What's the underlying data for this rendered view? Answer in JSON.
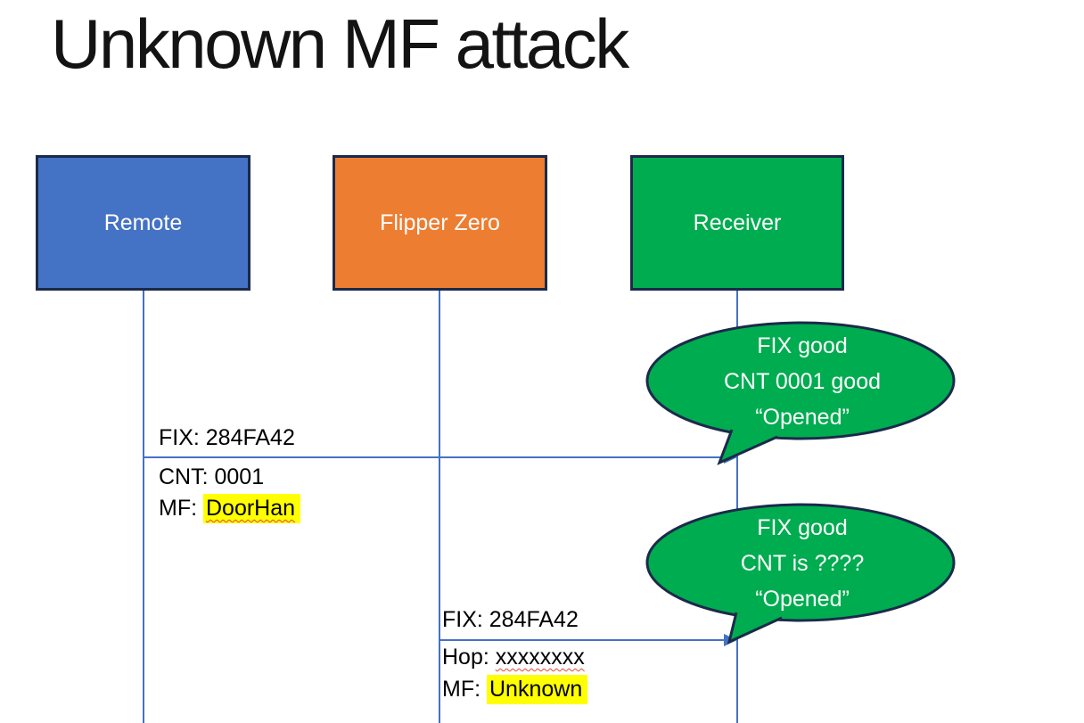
{
  "slide": {
    "title": "Unknown MF attack"
  },
  "actors": [
    {
      "id": "remote",
      "label": "Remote",
      "fill": "#4472C4"
    },
    {
      "id": "flipper",
      "label": "Flipper Zero",
      "fill": "#ED7D31"
    },
    {
      "id": "receiver",
      "label": "Receiver",
      "fill": "#00AC50"
    }
  ],
  "messages": [
    {
      "from": "remote",
      "to": "receiver",
      "above": "FIX: 284FA42",
      "below": [
        {
          "prefix": "CNT: ",
          "value": "0001",
          "highlight": false,
          "spellcheck_squiggle": false
        },
        {
          "prefix": "MF: ",
          "value": "DoorHan",
          "highlight": true,
          "spellcheck_squiggle": true
        }
      ]
    },
    {
      "from": "flipper",
      "to": "receiver",
      "above": "FIX: 284FA42",
      "below": [
        {
          "prefix": "Hop: ",
          "value": "xxxxxxxx",
          "highlight": false,
          "spellcheck_squiggle": true
        },
        {
          "prefix": "MF: ",
          "value": "Unknown",
          "highlight": true,
          "spellcheck_squiggle": false
        }
      ]
    }
  ],
  "callouts": [
    {
      "lines": [
        "FIX good",
        "CNT 0001 good",
        "“Opened”"
      ]
    },
    {
      "lines": [
        "FIX good",
        "CNT is ????",
        "“Opened”"
      ]
    }
  ],
  "colors": {
    "actor_remote_fill": "#4472C4",
    "actor_flipper_fill": "#ED7D31",
    "actor_receiver_fill": "#00AC50",
    "shape_border": "#1B2A4A",
    "connector_blue": "#4472C4",
    "callout_fill": "#00AC50",
    "callout_border": "#1B2A4A",
    "highlight_yellow": "#FFFF00",
    "spellcheck_red": "#E8442B",
    "text_black": "#000000",
    "text_white": "#FFFFFF",
    "background": "#FFFFFF"
  }
}
